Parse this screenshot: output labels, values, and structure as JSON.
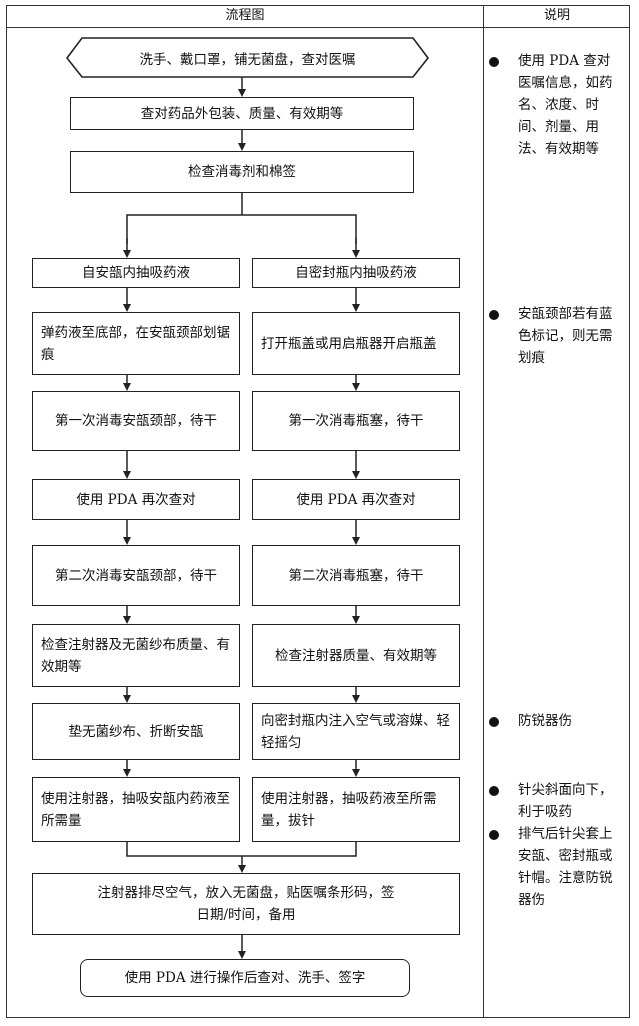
{
  "header": {
    "flow_title": "流程图",
    "notes_title": "说明"
  },
  "steps": {
    "start": "洗手、戴口罩，铺无菌盘，查对医嘱",
    "check_package": "查对药品外包装、质量、有效期等",
    "check_disinfectant": "检查消毒剂和棉签",
    "left_1": "自安瓿内抽吸药液",
    "left_2": "弹药液至底部，在安瓿颈部划锯痕",
    "left_3": "第一次消毒安瓿颈部，待干",
    "left_4": "使用 PDA 再次查对",
    "left_5": "第二次消毒安瓿颈部，待干",
    "left_6": "检查注射器及无菌纱布质量、有效期等",
    "left_7": "垫无菌纱布、折断安瓿",
    "left_8": "使用注射器，抽吸安瓿内药液至所需量",
    "right_1": "自密封瓶内抽吸药液",
    "right_2": "打开瓶盖或用启瓶器开启瓶盖",
    "right_3": "第一次消毒瓶塞，待干",
    "right_4": "使用 PDA 再次查对",
    "right_5": "第二次消毒瓶塞，待干",
    "right_6": "检查注射器质量、有效期等",
    "right_7": "向密封瓶内注入空气或溶媒、轻轻摇匀",
    "right_8": "使用注射器，抽吸药液至所需量，拔针",
    "merge": "注射器排尽空气，放入无菌盘，贴医嘱条形码，签日期/时间，备用",
    "end": "使用 PDA 进行操作后查对、洗手、签字"
  },
  "notes": {
    "n1": "使用 PDA 查对医嘱信息，如药名、浓度、时间、剂量、用法、有效期等",
    "n2": "安瓿颈部若有蓝色标记，则无需划痕",
    "n3": "防锐器伤",
    "n4": "针尖斜面向下，利于吸药",
    "n5": "排气后针尖套上安瓿、密封瓶或针帽。注意防锐器伤"
  }
}
